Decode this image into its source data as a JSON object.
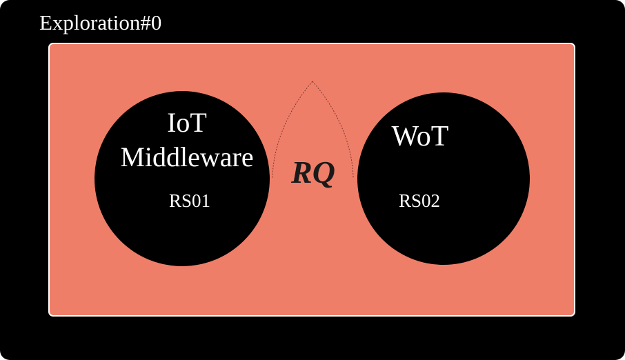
{
  "title": "Exploration#0",
  "colors": {
    "background": "#000000",
    "panel": "#ef7e69",
    "panel_border": "#ffffff",
    "circle": "#000000",
    "intersection": "#ef7e69",
    "text": "#ffffff",
    "intersection_text": "#1a1a1a"
  },
  "sets": {
    "left": {
      "name_line1": "IoT",
      "name_line2": "Middleware",
      "code": "RS01"
    },
    "right": {
      "name": "WoT",
      "code": "RS02"
    },
    "intersection": {
      "label": "RQ"
    }
  }
}
